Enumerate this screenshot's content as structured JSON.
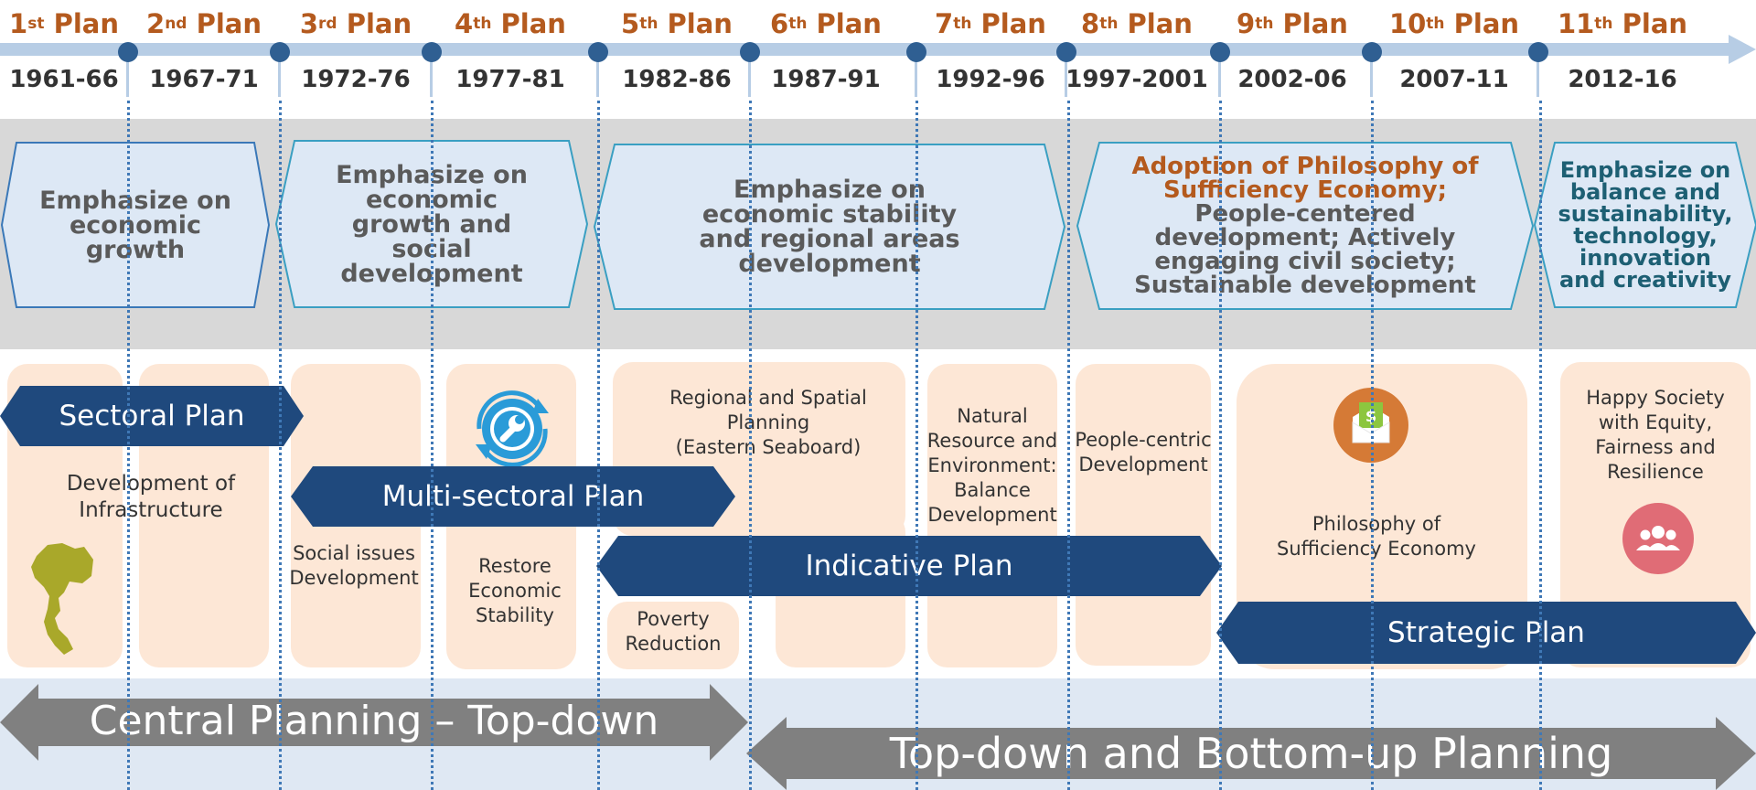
{
  "timeline": {
    "plans": [
      {
        "num": "1",
        "sup": "st",
        "word": "Plan",
        "years": "1961-66"
      },
      {
        "num": "2",
        "sup": "nd",
        "word": "Plan",
        "years": "1967-71"
      },
      {
        "num": "3",
        "sup": "rd",
        "word": "Plan",
        "years": "1972-76"
      },
      {
        "num": "4",
        "sup": "th",
        "word": "Plan",
        "years": "1977-81"
      },
      {
        "num": "5",
        "sup": "th",
        "word": "Plan",
        "years": "1982-86"
      },
      {
        "num": "6",
        "sup": "th",
        "word": "Plan",
        "years": "1987-91"
      },
      {
        "num": "7",
        "sup": "th",
        "word": "Plan",
        "years": "1992-96"
      },
      {
        "num": "8",
        "sup": "th",
        "word": "Plan",
        "years": "1997-2001"
      },
      {
        "num": "9",
        "sup": "th",
        "word": "Plan",
        "years": "2002-06"
      },
      {
        "num": "10",
        "sup": "th",
        "word": "Plan",
        "years": "2007-11"
      },
      {
        "num": "11",
        "sup": "th",
        "word": "Plan",
        "years": "2012-16"
      }
    ]
  },
  "emphases": [
    {
      "text": "Emphasize  on\neconomic\ngrowth"
    },
    {
      "text": "Emphasize on\neconomic\ngrowth and\nsocial\ndevelopment"
    },
    {
      "text": "Emphasize on\neconomic stability\nand regional areas\ndevelopment"
    },
    {
      "accent": "Adoption of Philosophy of\nSufficiency Economy;",
      "text": "People-centered\ndevelopment; Actively\nengaging civil society;\nSustainable development"
    },
    {
      "text": "Emphasize on\nbalance and\nsustainability,\ntechnology,\ninnovation\nand creativity"
    }
  ],
  "focus_areas": {
    "infrastructure": "Development of\nInfrastructure",
    "social": "Social issues\nDevelopment",
    "restore": "Restore\nEconomic\nStability",
    "regional": "Regional and Spatial\nPlanning\n(Eastern Seaboard)",
    "poverty": "Poverty\nReduction",
    "natural": "Natural\nResource and\nEnvironment:\nBalance\nDevelopment",
    "people": "People-centric\nDevelopment",
    "sufficiency": "Philosophy of\nSufficiency Economy",
    "happy": "Happy Society\nwith Equity,\nFairness and\nResilience"
  },
  "plan_types": {
    "sectoral": "Sectoral Plan",
    "multisectoral": "Multi-sectoral Plan",
    "indicative": "Indicative Plan",
    "strategic": "Strategic Plan"
  },
  "approaches": {
    "central": "Central Planning – Top-down",
    "combined": "Top-down and Bottom-up Planning"
  },
  "colors": {
    "plan_label": "#b45a1e",
    "timeline_bar": "#b7cde5",
    "dot": "#2f5f92",
    "hex_fill": "#dde8f5",
    "hex_stroke": "#3a9fc2",
    "card": "#fde7d6",
    "navy_arrow": "#1f497d",
    "gray_arrow": "#808080",
    "teal_text": "#1d5f73"
  }
}
